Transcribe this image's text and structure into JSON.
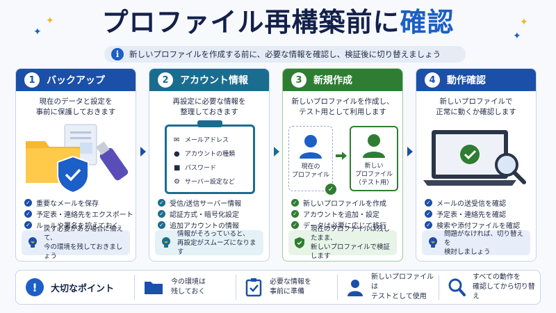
{
  "title": {
    "main": "プロファイル再構築前に",
    "accent": "確認"
  },
  "subtitle": "新しいプロファイルを作成する前に、必要な情報を確認し、検証後に切り替えましょう",
  "cards": [
    {
      "num": "1",
      "title": "バックアップ",
      "color": "#1b4fa8",
      "desc": "現在のデータと設定を\n事前に保護しておきます",
      "bullets": [
        "重要なメールを保存",
        "予定表・連絡先をエクスポート",
        "ルールや署名を控えておく"
      ],
      "tip": "戻す必要がある場合に備えて、\n今の環境を残しておきましょう"
    },
    {
      "num": "2",
      "title": "アカウント情報",
      "color": "#1a6d8f",
      "desc": "再設定に必要な情報を\n整理しておきます",
      "clipboard": [
        "メールアドレス",
        "アカウントの種類",
        "パスワード",
        "サーバー設定など"
      ],
      "bullets": [
        "受信/送信サーバー情報",
        "認証方式・暗号化設定",
        "追加アカウントの情報"
      ],
      "tip": "情報がそろっていると、\n再設定がスムーズになります"
    },
    {
      "num": "3",
      "title": "新規作成",
      "color": "#2e7d32",
      "desc": "新しいプロファイルを作成し、\nテスト用として利用します",
      "profile_current": "現在の\nプロファイル",
      "profile_new": "新しい\nプロファイル\n（テスト用）",
      "bullets": [
        "新しいプロファイルを作成",
        "アカウントを追加・設定",
        "データは必要に応じて移行"
      ],
      "tip": "現在のプロファイルは残したまま、\n新しいプロファイルで検証します"
    },
    {
      "num": "4",
      "title": "動作確認",
      "color": "#1b4fa8",
      "desc": "新しいプロファイルで\n正常に動くか確認します",
      "bullets": [
        "メールの送受信を確認",
        "予定表・連絡先を確認",
        "検索や添付ファイルを確認"
      ],
      "tip": "問題がなければ、切り替えを\n検討しましょう"
    }
  ],
  "points": {
    "heading": "大切なポイント",
    "items": [
      {
        "icon": "folder-icon",
        "text": "今の環境は\n残しておく"
      },
      {
        "icon": "clipboard-check-icon",
        "text": "必要な情報を\n事前に準備"
      },
      {
        "icon": "user-icon",
        "text": "新しいプロファイルは\nテストとして使用"
      },
      {
        "icon": "magnifier-icon",
        "text": "すべての動作を\n確認してから切り替え"
      }
    ]
  },
  "colors": {
    "primary": "#1b5fc7",
    "green": "#2e7d32",
    "teal": "#1a6d8f",
    "accent_yellow": "#f0b429"
  }
}
